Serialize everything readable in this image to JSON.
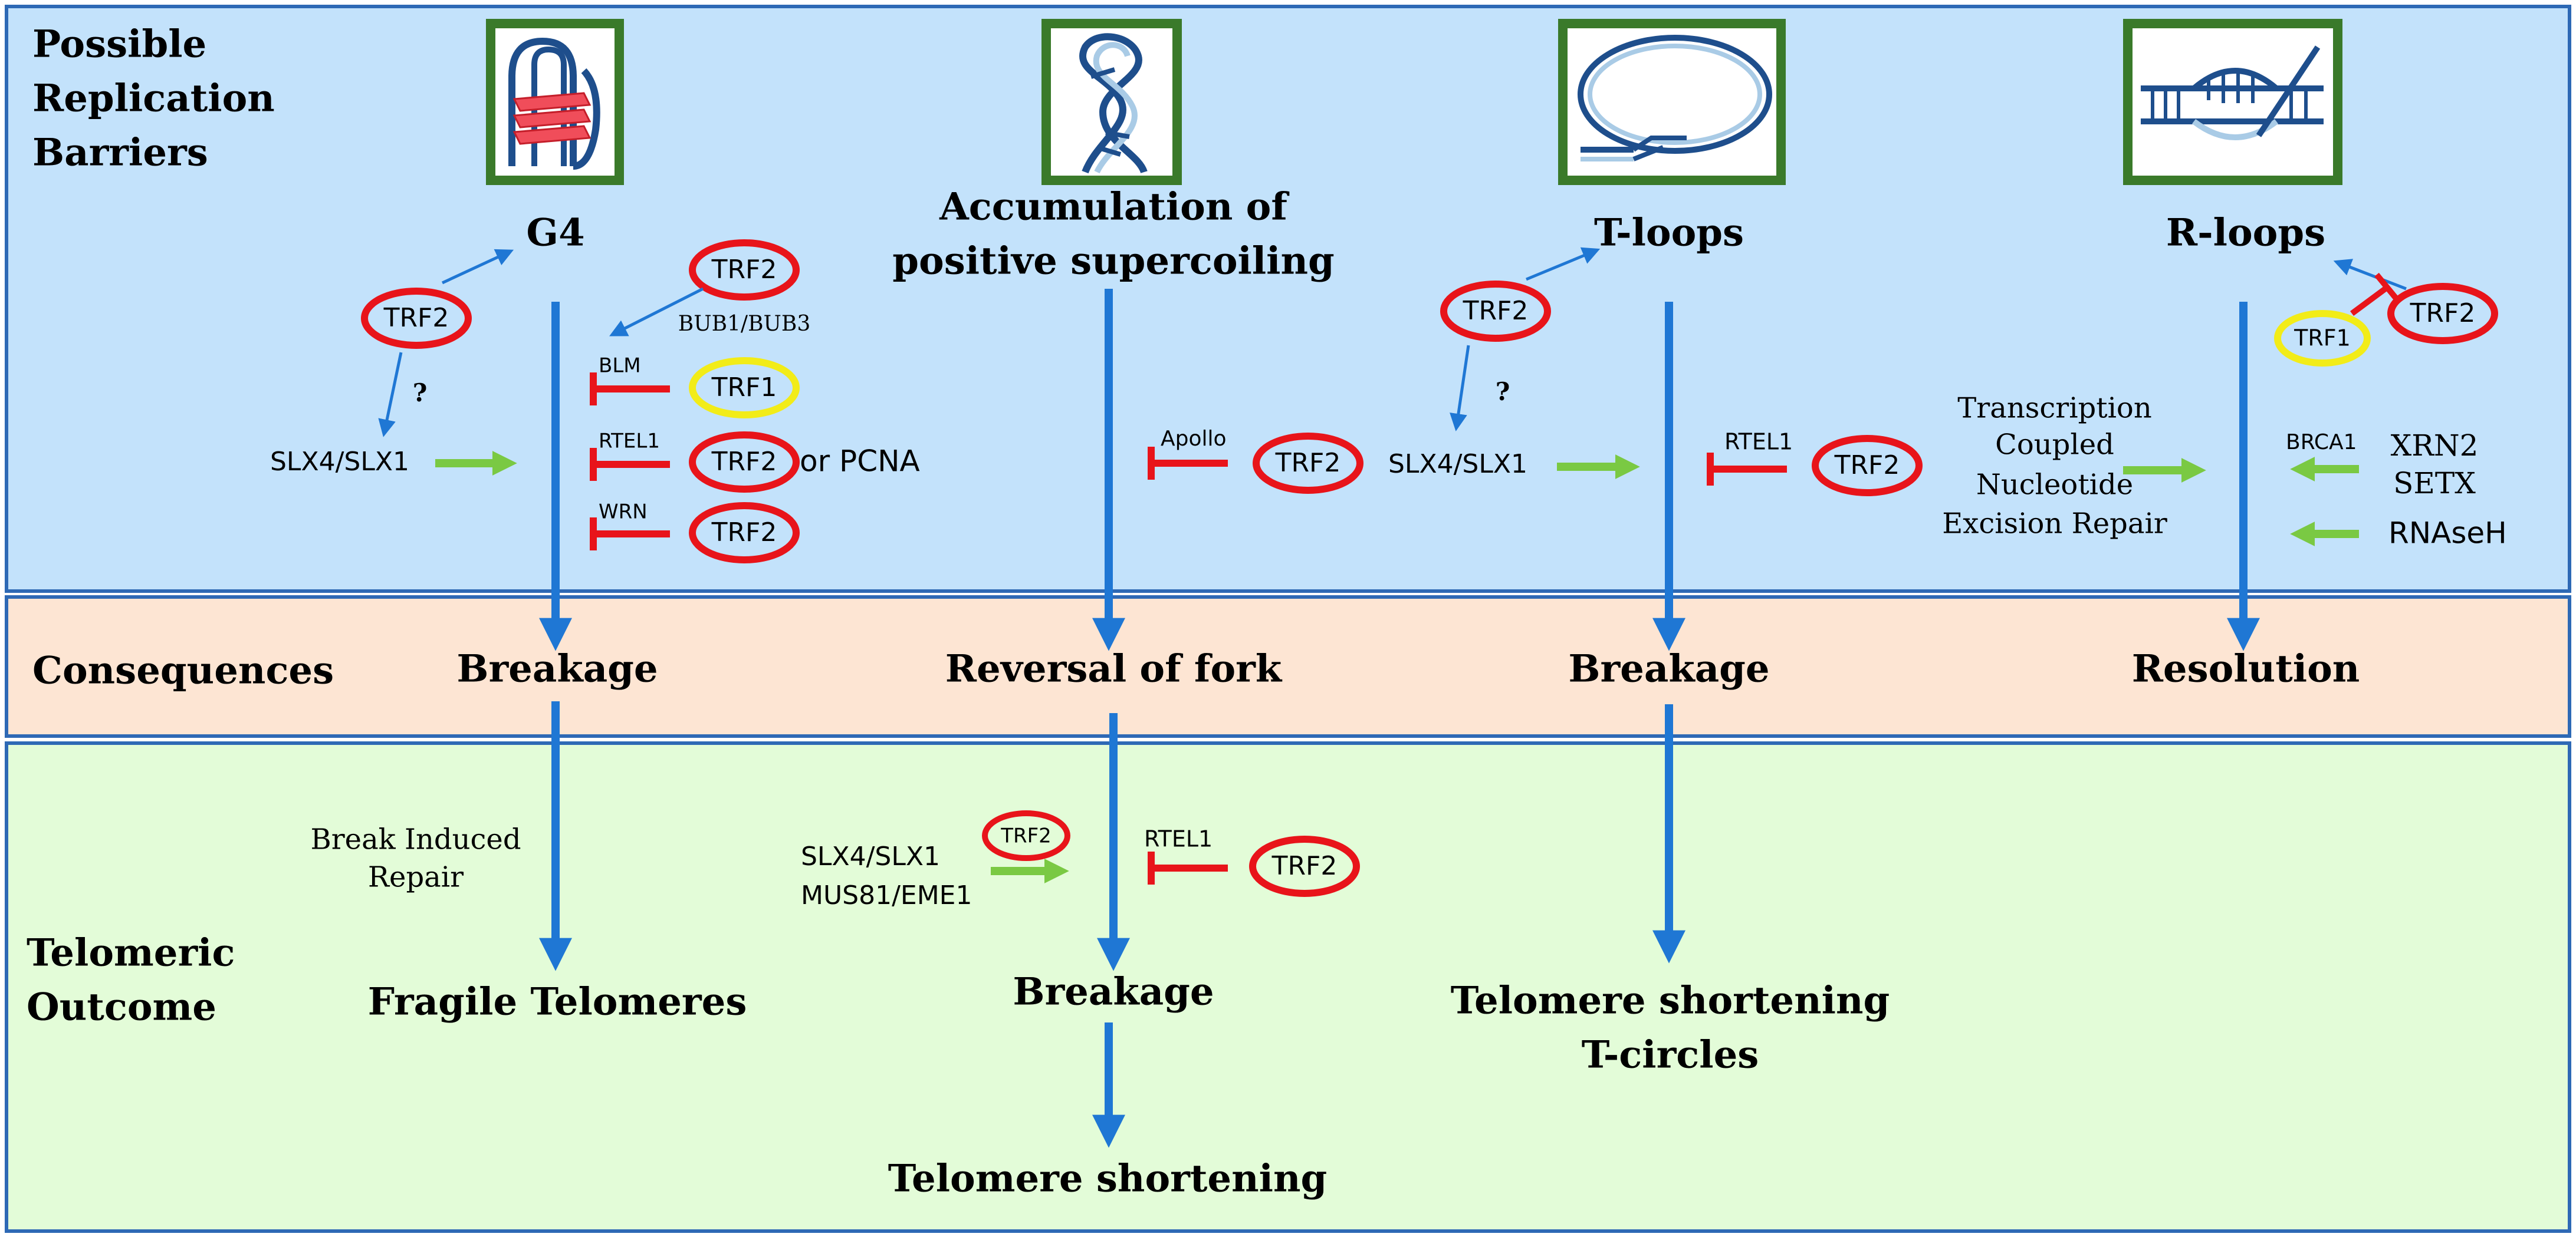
{
  "sections": {
    "barriers_label": [
      "Possible",
      "Replication",
      "Barriers"
    ],
    "consequences_label": "Consequences",
    "outcome_label": [
      "Telomeric",
      "Outcome"
    ]
  },
  "columns": {
    "g4": {
      "title": "G4",
      "consequence": "Breakage",
      "outcome": "Fragile Telomeres",
      "regulators": {
        "trf2_left": "TRF2",
        "question": "?",
        "slx4": "SLX4/SLX1",
        "trf2_top": "TRF2",
        "bub": "BUB1/BUB3",
        "blm": "BLM",
        "trf1": "TRF1",
        "rtel1": "RTEL1",
        "trf2_rtel": "TRF2",
        "or_pcna": "or PCNA",
        "wrn": "WRN",
        "trf2_wrn": "TRF2"
      },
      "outcome_note": [
        "Break Induced",
        "Repair"
      ]
    },
    "supercoil": {
      "title": [
        "Accumulation of",
        "positive supercoiling"
      ],
      "consequence": "Reversal of fork",
      "outcome": "Breakage",
      "final": "Telomere shortening",
      "regulators": {
        "apollo": "Apollo",
        "trf2": "TRF2",
        "slx4": "SLX4/SLX1",
        "mus81": "MUS81/EME1",
        "trf2_small": "TRF2",
        "rtel1": "RTEL1",
        "trf2_rtel": "TRF2"
      }
    },
    "tloops": {
      "title": "T-loops",
      "consequence": "Breakage",
      "outcome": [
        "Telomere shortening",
        "T-circles"
      ],
      "regulators": {
        "trf2": "TRF2",
        "question": "?",
        "slx4": "SLX4/SLX1",
        "rtel1": "RTEL1",
        "trf2_rtel": "TRF2"
      }
    },
    "rloops": {
      "title": "R-loops",
      "consequence": "Resolution",
      "regulators": {
        "trf1": "TRF1",
        "trf2": "TRF2",
        "tcner": [
          "Transcription",
          "Coupled",
          "Nucleotide",
          "Excision Repair"
        ],
        "brca1": "BRCA1",
        "xrn2": "XRN2",
        "setx": "SETX",
        "rnaseh": "RNAseH"
      }
    }
  },
  "colors": {
    "band_blue": "#c3e2fb",
    "band_peach": "#fde5d3",
    "band_green": "#e3fcd8",
    "border_blue": "#2e69b5",
    "arrow_blue": "#1f77d4",
    "inhibit_red": "#e8141a",
    "activate_green": "#7ac943",
    "trf1_ring": "#f2ec18",
    "icon_frame_green": "#3a7a2a"
  },
  "icons": [
    "g-quadruplex-icon",
    "supercoil-icon",
    "t-loop-icon",
    "r-loop-icon"
  ]
}
